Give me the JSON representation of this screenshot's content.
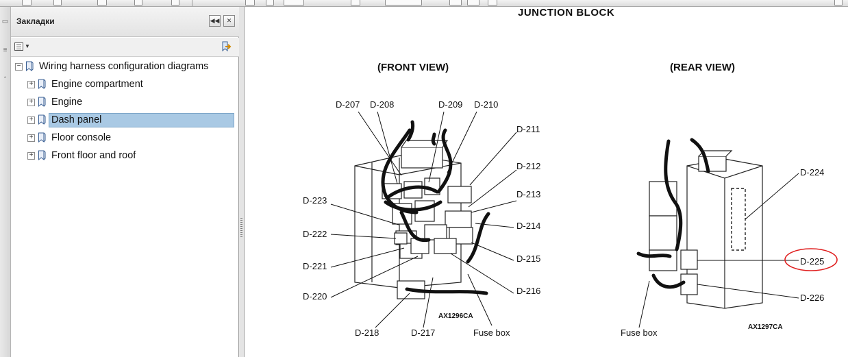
{
  "bookmarks": {
    "title": "Закладки",
    "items": [
      {
        "label": "Wiring harness configuration diagrams"
      },
      {
        "label": "Engine compartment"
      },
      {
        "label": "Engine"
      },
      {
        "label": "Dash panel"
      },
      {
        "label": "Floor console"
      },
      {
        "label": "Front floor and roof"
      }
    ]
  },
  "document": {
    "title": "JUNCTION BLOCK",
    "front_view": {
      "title": "(FRONT VIEW)",
      "labels": [
        "D-207",
        "D-208",
        "D-209",
        "D-210",
        "D-211",
        "D-212",
        "D-213",
        "D-214",
        "D-215",
        "D-216",
        "D-223",
        "D-222",
        "D-221",
        "D-220",
        "D-218",
        "D-217",
        "Fuse box"
      ],
      "code": "AX1296CA"
    },
    "rear_view": {
      "title": "(REAR VIEW)",
      "labels": [
        "D-224",
        "D-225",
        "D-226",
        "Fuse box"
      ],
      "code": "AX1297CA"
    }
  },
  "colors": {
    "selection": "#a9c9e4",
    "annotation_circle": "#e02020"
  }
}
